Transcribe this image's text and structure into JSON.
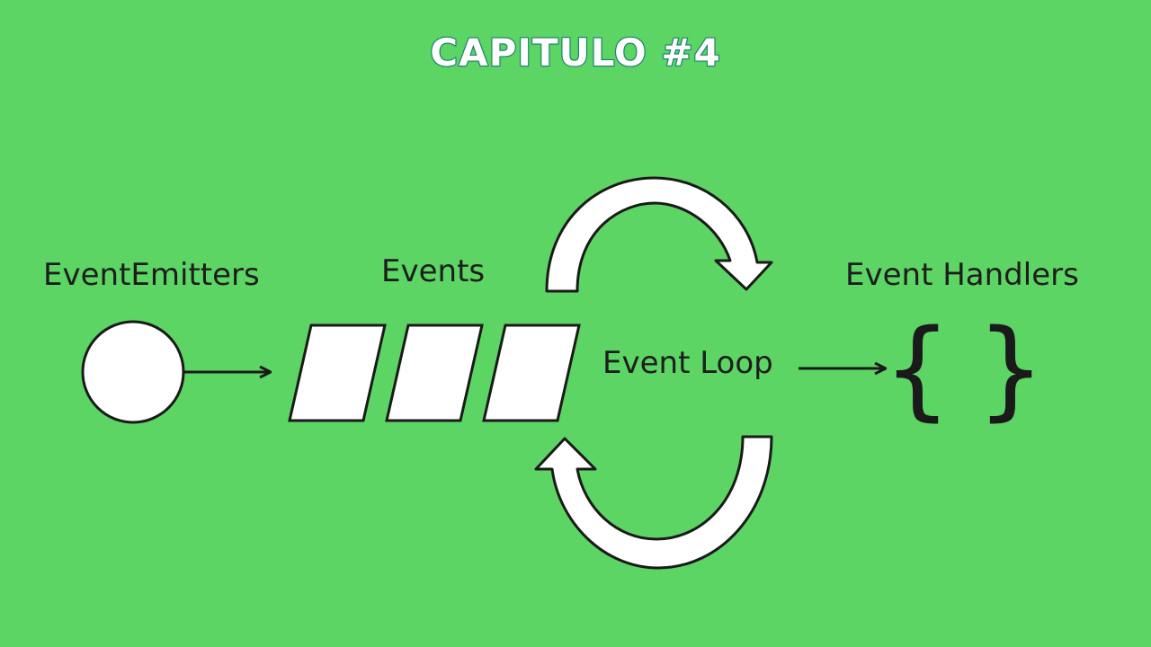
{
  "title": "CAPITULO #4",
  "labels": {
    "emitters": "EventEmitters",
    "events": "Events",
    "loop": "Event Loop",
    "handlers": "Event Handlers"
  },
  "handlers_braces": {
    "open": "{",
    "close": "}"
  },
  "colors": {
    "background": "#5dd564",
    "title_fill": "#ffffff",
    "title_outline": "#11806f",
    "shape_fill": "#ffffff",
    "stroke": "#1a1a1a"
  }
}
